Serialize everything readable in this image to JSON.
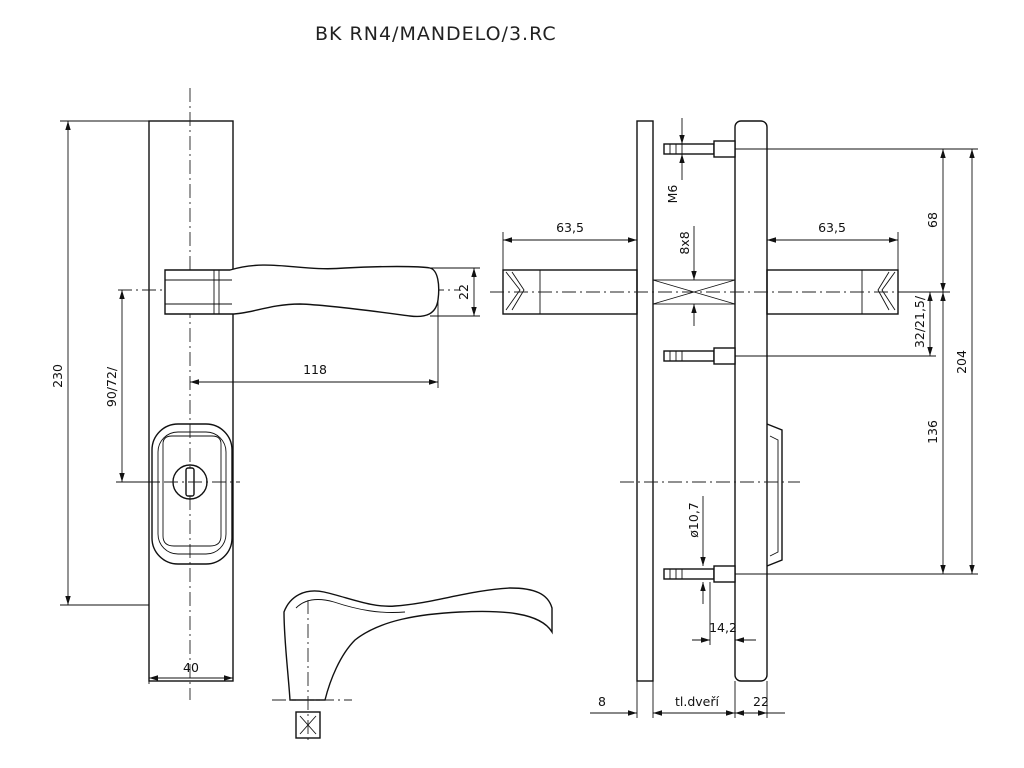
{
  "title": "BK  RN4/MANDELO/3.RC",
  "dimensions": {
    "plate_height": "230",
    "spacing": "90/72/",
    "lever_length": "118",
    "plate_width": "40",
    "handle_height": "22",
    "spindle_left": "63,5",
    "spindle_right": "63,5",
    "spindle_square": "8x8",
    "screw_thread": "M6",
    "upper_distance": "68",
    "spindle_to_screw": "32/21,5/",
    "lower_distance": "136",
    "total_screw_spacing": "204",
    "hole_diameter": "ø10,7",
    "screw_offset": "14,2",
    "outer_plate_thickness": "8",
    "door_thickness": "tl.dveří",
    "inner_plate_thickness": "22"
  }
}
